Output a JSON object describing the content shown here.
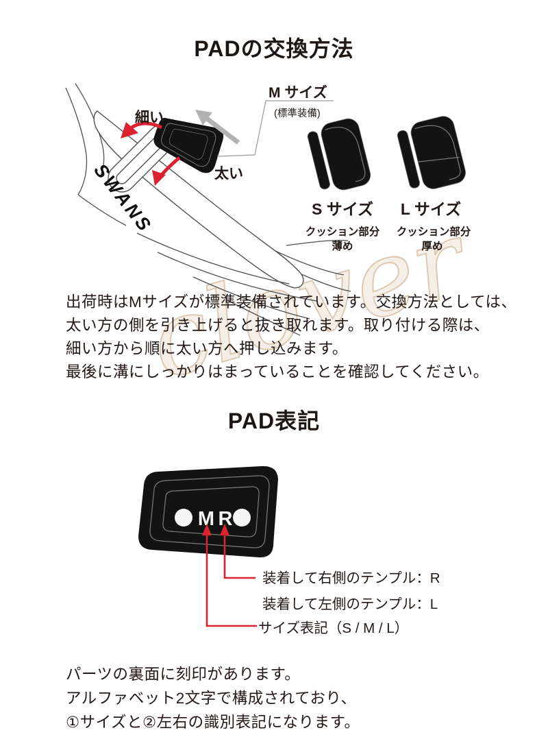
{
  "watermark": "clover",
  "colors": {
    "accent_red": "#da232e",
    "arrow_gray": "#b3b3b3",
    "text": "#231815",
    "pad_black": "#131313",
    "background": "#ffffff"
  },
  "section_replace": {
    "heading": "PADの交換方法",
    "diagram": {
      "brand": "SWANS",
      "thin_label": "細い",
      "thick_label": "太い",
      "pad_m": {
        "name": "M サイズ",
        "note": "(標準装備)"
      },
      "pad_s": {
        "name": "S サイズ",
        "desc1": "クッション部分",
        "desc2": "薄め"
      },
      "pad_l": {
        "name": "L サイズ",
        "desc1": "クッション部分",
        "desc2": "厚め"
      }
    },
    "body_lines": [
      "出荷時はMサイズが標準装備されています。交換方法としては、",
      "太い方の側を引き上げると抜き取れます。取り付ける際は、",
      "細い方から順に太い方へ押し込みます。",
      "最後に溝にしっかりはまっていることを確認してください。"
    ]
  },
  "section_marking": {
    "heading": "PAD表記",
    "engraving": {
      "size_letter": "M",
      "side_letter": "R"
    },
    "callout_right": "装着して右側のテンプル：R",
    "callout_left": "装着して左側のテンプル：L",
    "callout_size": "サイズ表記（S / M / L）",
    "body_lines": [
      "パーツの裏面に刻印があります。",
      "アルファベット2文字で構成されており、",
      "①サイズと②左右の識別表記になります。"
    ]
  }
}
